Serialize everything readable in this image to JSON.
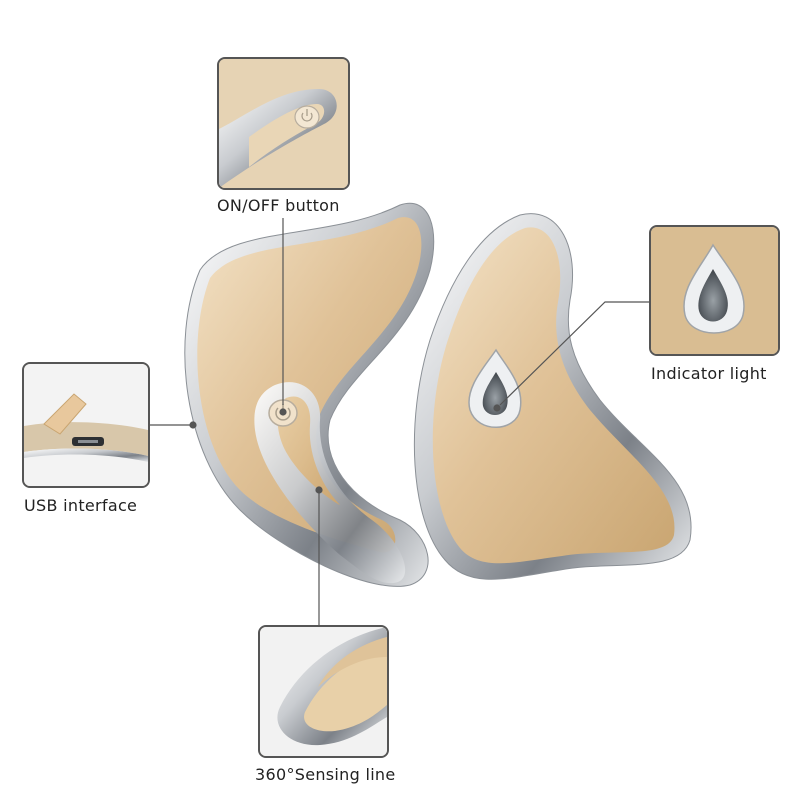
{
  "labels": {
    "on_off": "ON/OFF button",
    "indicator": "Indicator light",
    "usb": "USB interface",
    "sensing": "360°Sensing line"
  },
  "colors": {
    "gold_light": "#f0dcbc",
    "gold_mid": "#d9b98c",
    "gold_dark": "#b8945f",
    "chrome": "#c9ccd0",
    "chrome_dark": "#6f747a",
    "line": "#555555"
  }
}
